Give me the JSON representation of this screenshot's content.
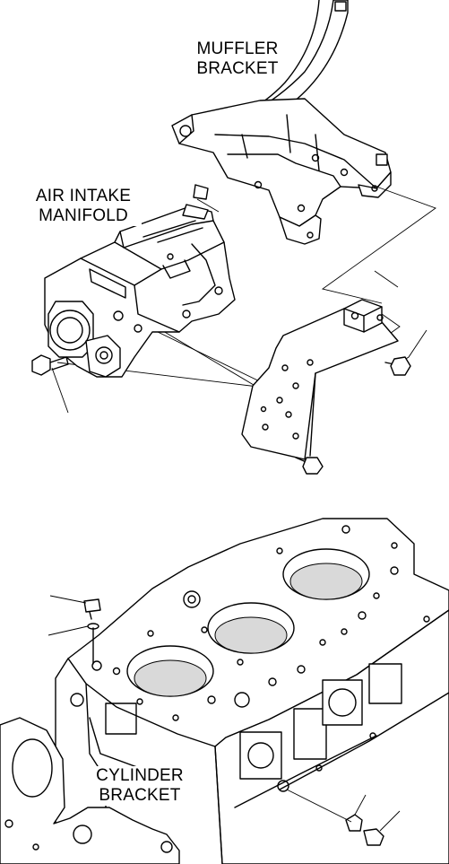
{
  "labels": {
    "muffler_bracket": [
      "MUFFLER",
      "BRACKET"
    ],
    "air_intake_manifold": [
      "AIR INTAKE",
      "MANIFOLD"
    ],
    "cylinder_bracket": [
      "CYLINDER",
      "BRACKET"
    ]
  }
}
